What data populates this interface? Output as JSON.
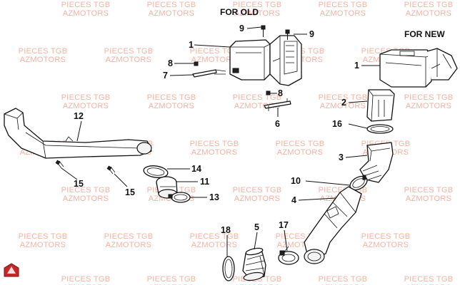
{
  "watermark": {
    "line1": "PIECES TGB",
    "line2": "AZMOTORS"
  },
  "headers": {
    "old": "FOR OLD",
    "new": "FOR NEW"
  },
  "labels": {
    "old_box": "1",
    "old_screw_top_left": "9",
    "old_screw_top_right": "9",
    "old_washer": "8",
    "old_bracket_left": "7",
    "old_washer_lower": "8",
    "old_bracket_lower": "6",
    "new_box": "1",
    "new_filter": "2",
    "new_ring": "16",
    "new_elbow": "3",
    "new_clamp": "10",
    "intake_duct": "4",
    "joint": "5",
    "clamp_left": "18",
    "clamp_right": "17",
    "snorkel": "12",
    "gasket": "14",
    "adapter": "11",
    "clamp_small": "13",
    "screw_left": "15",
    "screw_right": "15"
  },
  "colors": {
    "line": "#111111",
    "watermark": "#f1b3a3",
    "logo": "#c62828"
  }
}
